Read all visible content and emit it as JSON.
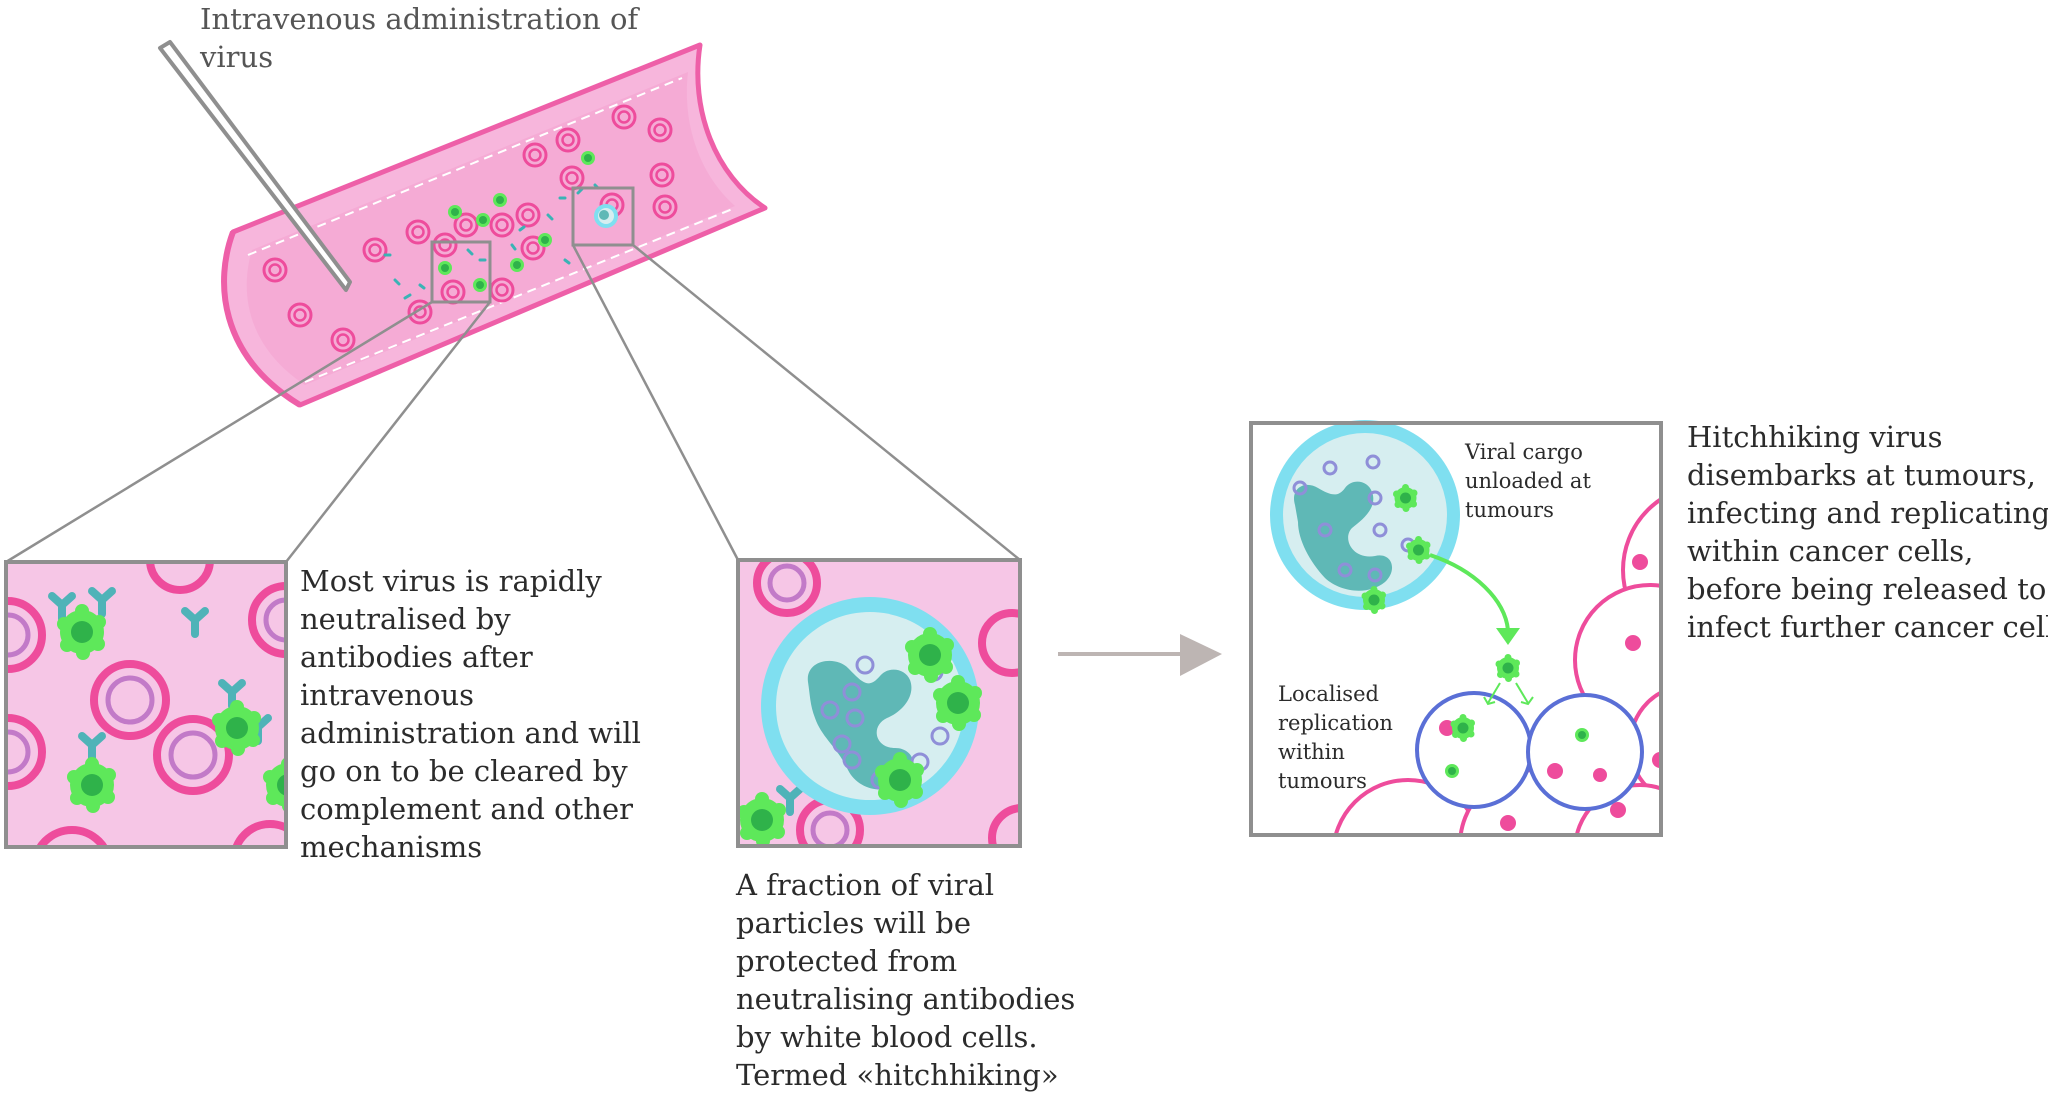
{
  "labels": {
    "administration": [
      "Intravenous administration of",
      "virus"
    ],
    "neutralised": [
      "Most virus is rapidly",
      "neutralised by",
      "antibodies after",
      "intravenous",
      "administration and  will",
      "go on to be cleared by",
      "complement and other",
      "mechanisms"
    ],
    "hitchhiking": [
      "A fraction of viral",
      "particles will be",
      "protected from",
      "neutralising antibodies",
      "by white blood cells.",
      "Termed  «hitchhiking»"
    ],
    "disembarks": [
      "Hitchhiking virus",
      "disembarks at tumours,",
      "infecting and replicating",
      "within cancer cells,",
      "before being released to",
      "infect further cancer cells"
    ],
    "viral_cargo": [
      "Viral cargo",
      "unloaded at",
      "tumours"
    ],
    "localised": [
      "Localised",
      "replication",
      "within",
      "tumours"
    ]
  },
  "colors": {
    "vessel_wall": "#ee5fa8",
    "vessel_fill": "#f7b6dc",
    "tissue_fill": "#f6c6e6",
    "red_cell": "#ee4c9c",
    "virus": "#5ee85a",
    "virus_core": "#2fb24a",
    "antibody": "#4fb3b8",
    "white_cell_ring": "#7fdff0",
    "white_cell_inner": "#d6eef0",
    "nucleus": "#5fb8b6",
    "tumour_cell": "#ee4c9c",
    "infected_cell": "#5a6fd6",
    "frame": "#8f8f8f",
    "arrow": "#bdb5b3",
    "release_arrow": "#5ee85a"
  },
  "icons": [
    "needle-icon",
    "red-blood-cell-icon",
    "antibody-icon",
    "virus-particle-icon",
    "white-blood-cell-icon",
    "tumour-cell-icon",
    "arrow-right-icon"
  ]
}
